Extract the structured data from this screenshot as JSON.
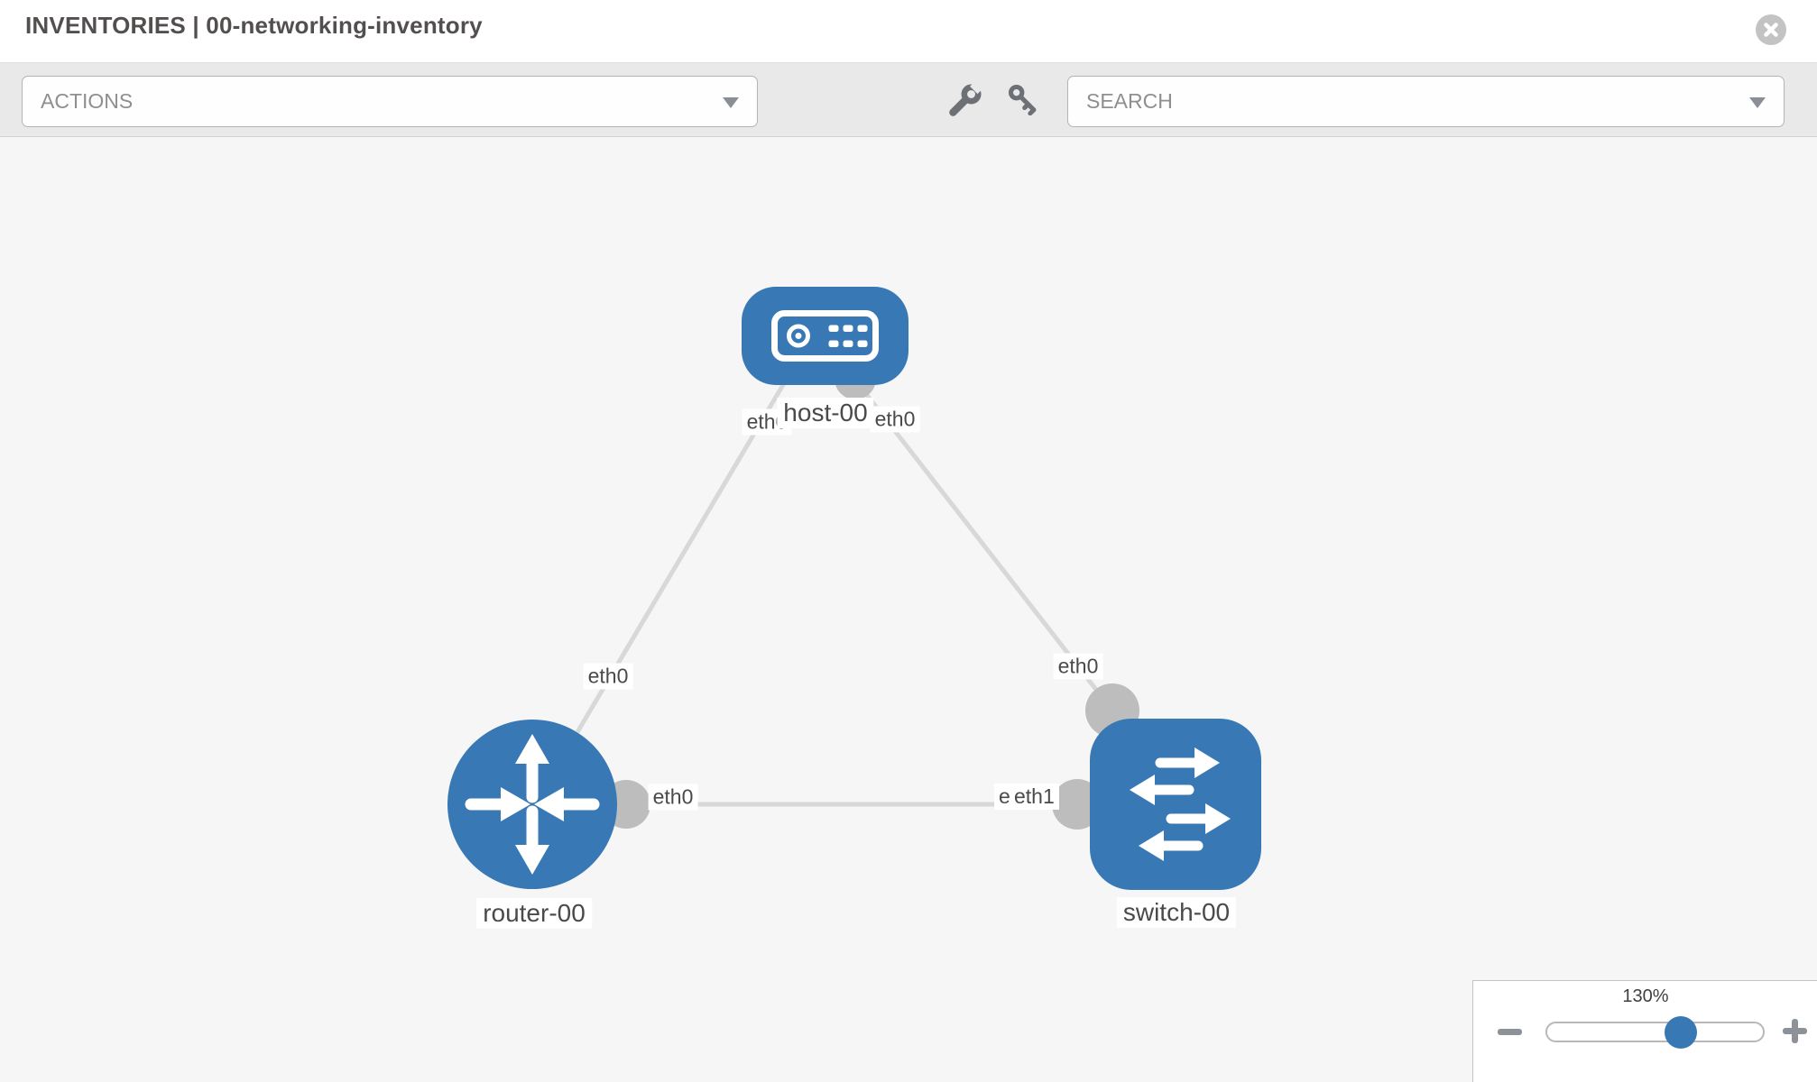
{
  "header": {
    "title": "INVENTORIES | 00-networking-inventory"
  },
  "toolbar": {
    "actions_label": "ACTIONS",
    "search_label": "SEARCH",
    "icons": [
      "wrench-icon",
      "key-icon",
      "caret-down-icon",
      "close-icon"
    ]
  },
  "topology": {
    "nodes": [
      {
        "id": "host-00",
        "type": "host",
        "label": "host-00"
      },
      {
        "id": "router-00",
        "type": "router",
        "label": "router-00"
      },
      {
        "id": "switch-00",
        "type": "switch",
        "label": "switch-00"
      }
    ],
    "links": [
      {
        "source": "router-00",
        "target": "host-00",
        "source_port": "eth0",
        "target_port": "eth0"
      },
      {
        "source": "switch-00",
        "target": "host-00",
        "source_port": "eth0",
        "target_port": "eth0"
      },
      {
        "source": "router-00",
        "target": "switch-00",
        "source_port": "eth0",
        "target_port": "eth1"
      }
    ],
    "port_labels": {
      "host_side_router_link": "eth0",
      "host_side_switch_link": "eth0",
      "router_side_host_link": "eth0",
      "switch_side_host_link": "eth0",
      "router_side_switch_link": "eth0",
      "switch_side_router_link": "eth1",
      "switch_side_router_link_occluded": "eth1"
    }
  },
  "zoom_control": {
    "level": "130%"
  },
  "colors": {
    "node_blue": "#3879b5",
    "link_gray": "#d8d8d8",
    "connector_gray": "#bdbdbd",
    "slider_handle_blue": "#3879b5",
    "toolbar_gray": "#e9e9e9"
  }
}
